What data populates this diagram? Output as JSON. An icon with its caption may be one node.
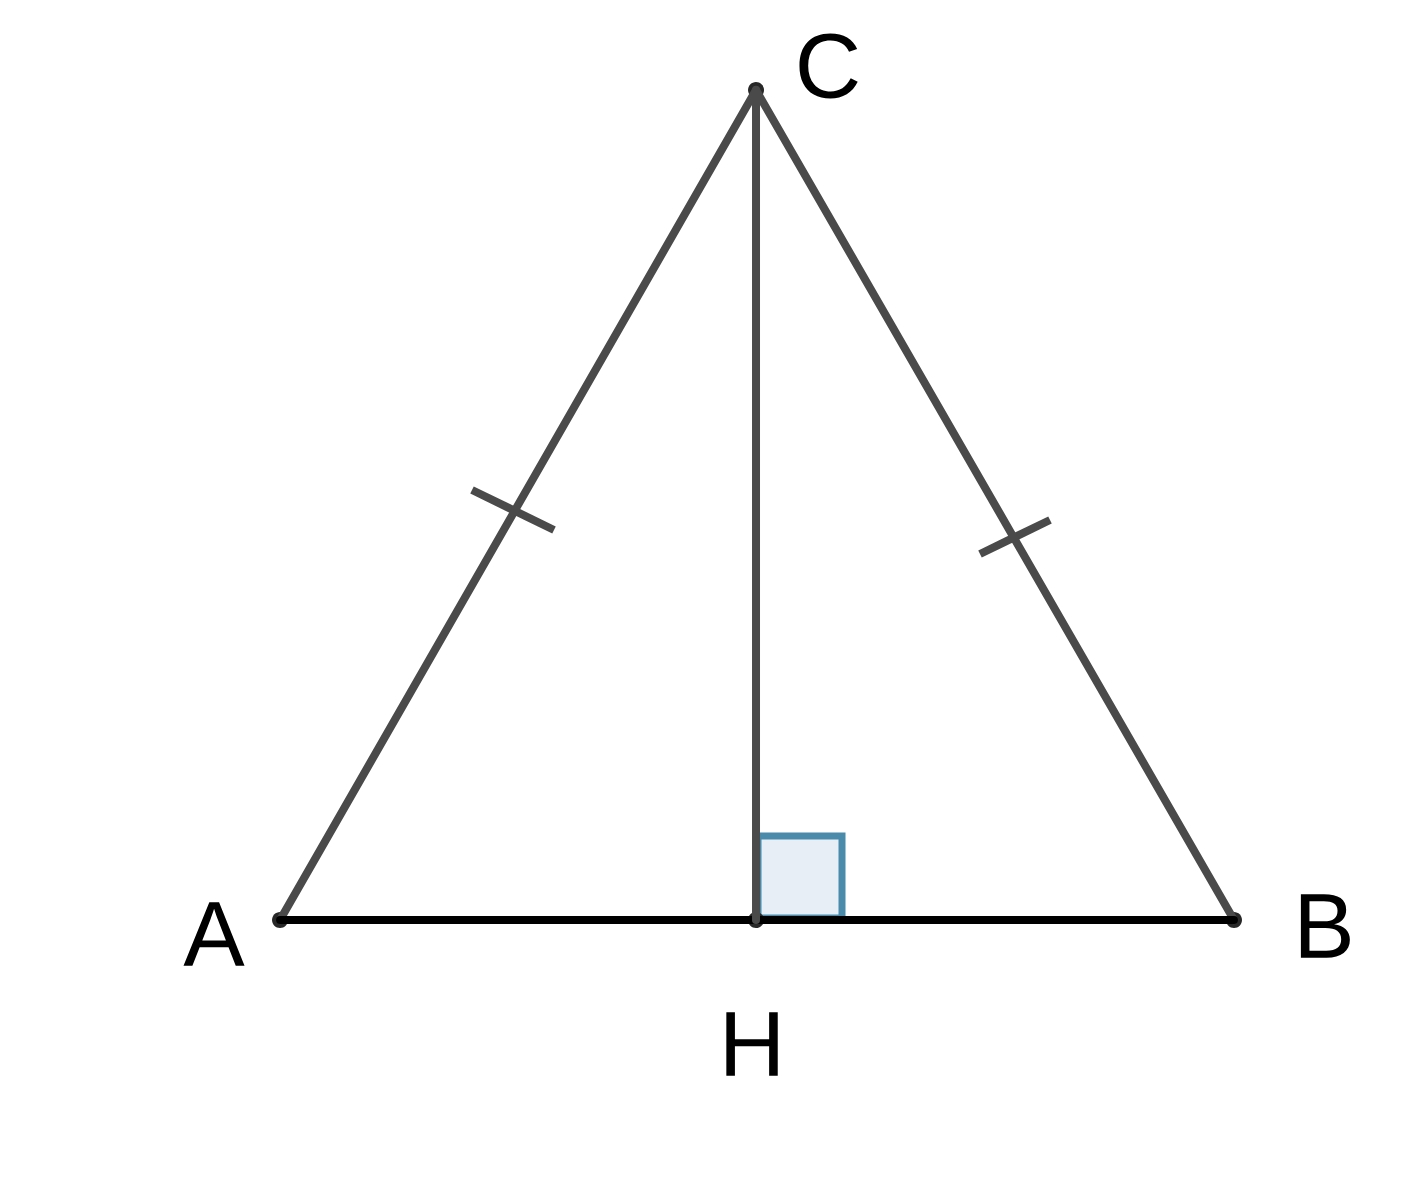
{
  "diagram": {
    "nodes": [
      {
        "text": [],
        "shape": "point",
        "beside": [
          "A"
        ]
      },
      {
        "text": [],
        "shape": "point",
        "beside": [
          "B"
        ]
      },
      {
        "text": [],
        "shape": "point",
        "beside": [
          "C"
        ]
      },
      {
        "text": [],
        "shape": "point",
        "beside": [
          "H"
        ]
      }
    ],
    "edges": [
      {
        "from": 0,
        "to": 2,
        "arrow": "none"
      },
      {
        "from": 2,
        "to": 1,
        "arrow": "none"
      },
      {
        "from": 0,
        "to": 3,
        "arrow": "none",
        "color": "#000000"
      },
      {
        "from": 3,
        "to": 1,
        "arrow": "none",
        "color": "#000000"
      },
      {
        "from": 2,
        "to": 3,
        "arrow": "none"
      }
    ]
  }
}
